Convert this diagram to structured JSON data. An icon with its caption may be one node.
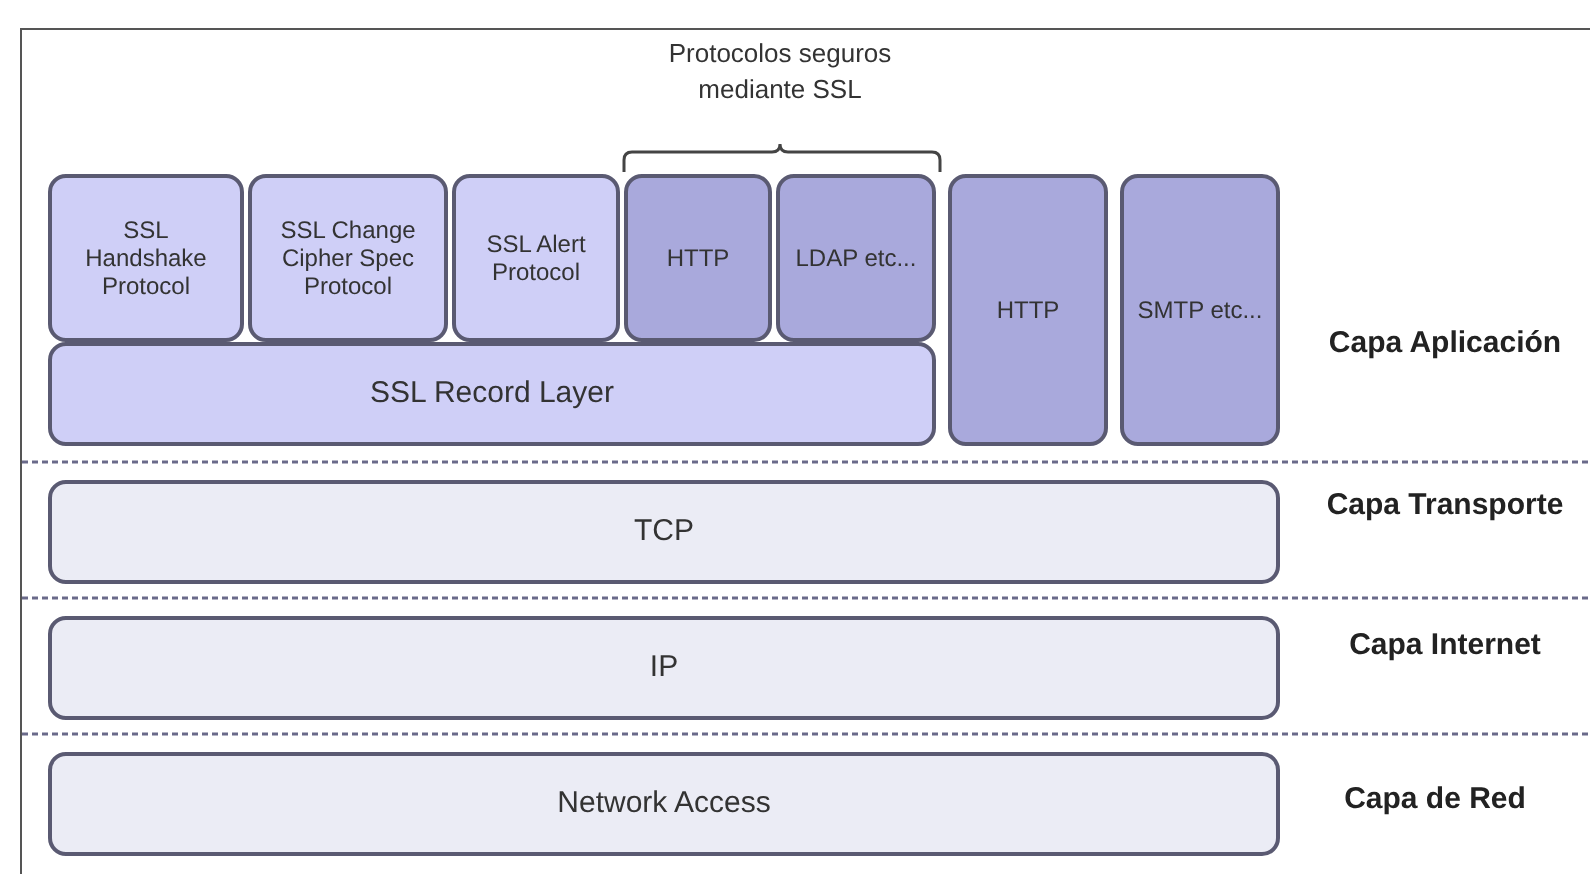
{
  "diagram": {
    "nodes": [
      {
        "text": [
          "SSL Handshake Protocol"
        ]
      },
      {
        "text": [
          "SSL Change Cipher Spec Protocol"
        ]
      },
      {
        "text": [
          "SSL Alert Protocol"
        ]
      },
      {
        "text": [
          "HTTP"
        ]
      },
      {
        "text": [
          "LDAP etc..."
        ]
      },
      {
        "text": [
          "SSL Record Layer"
        ]
      },
      {
        "text": [
          "HTTP"
        ]
      },
      {
        "text": [
          "SMTP etc..."
        ]
      },
      {
        "text": [
          "TCP"
        ]
      },
      {
        "text": [
          "IP"
        ]
      },
      {
        "text": [
          "Network Access"
        ]
      }
    ],
    "edges": [],
    "labels": [
      "Protocolos seguros mediante SSL",
      "Capa Aplicación",
      "Capa Transporte",
      "Capa Internet",
      "Capa de Red"
    ]
  }
}
